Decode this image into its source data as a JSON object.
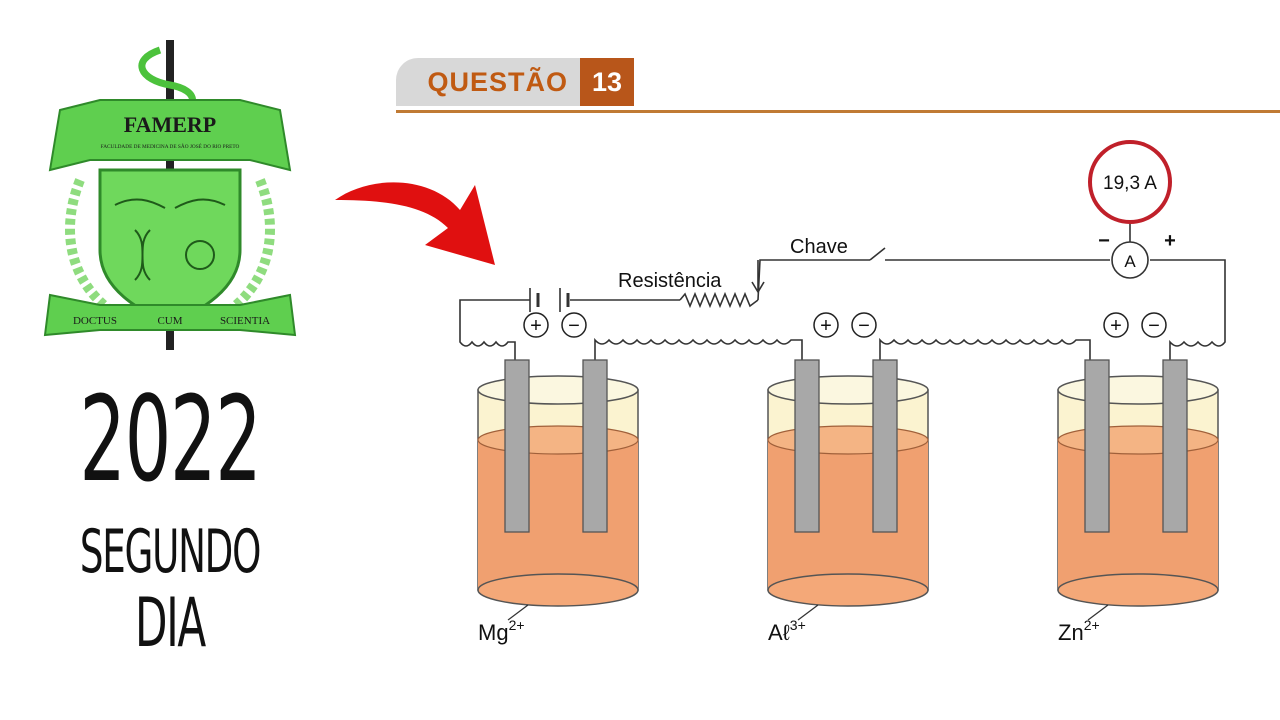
{
  "logo": {
    "name": "FAMERP",
    "subtitle": "FACULDADE DE MEDICINA DE SÃO JOSÉ DO RIO PRETO",
    "motto": [
      "DOCTUS",
      "CUM",
      "SCIENTIA"
    ],
    "colors": {
      "green": "#5fcf4f",
      "dark_green": "#2f8a2a"
    }
  },
  "edition": {
    "year": "2022",
    "day_line1": "SEGUNDO",
    "day_line2": "DIA"
  },
  "question": {
    "label": "QUESTÃO",
    "number": "13"
  },
  "circuit": {
    "ammeter_reading": "19,3 A",
    "ammeter_symbol": "A",
    "ammeter_minus": "−",
    "ammeter_plus": "+",
    "switch_label": "Chave",
    "resistor_label": "Resistência",
    "plus_sign": "+",
    "minus_sign": "−",
    "cells": [
      {
        "ion": "Mg",
        "charge": "2+"
      },
      {
        "ion": "Aℓ",
        "charge": "3+"
      },
      {
        "ion": "Zn",
        "charge": "2+"
      }
    ]
  },
  "colors": {
    "accent_orange": "#b8561a",
    "header_gray": "#d8d8d8",
    "arrow_red": "#e01010",
    "ammeter_ring": "#c0202a",
    "solution": "#f0a070"
  }
}
